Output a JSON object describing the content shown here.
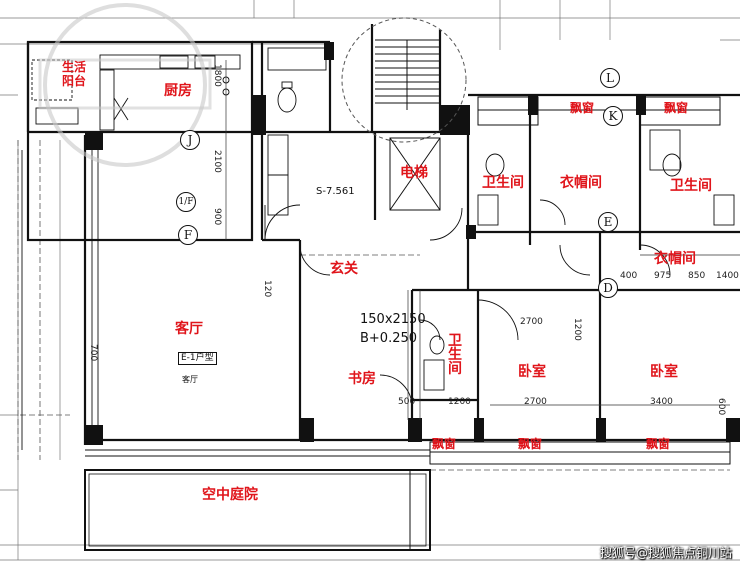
{
  "rooms": {
    "living_balcony": "生活\n阳台",
    "kitchen": "厨房",
    "elevator": "电梯",
    "bathroom_1": "卫生间",
    "closet_1": "衣帽间",
    "bathroom_2": "卫生间",
    "closet_2": "衣帽间",
    "bay_window_top_1": "飘窗",
    "bay_window_top_2": "飘窗",
    "foyer": "玄关",
    "living_room": "客厅",
    "study": "书房",
    "bathroom_3": "卫生间",
    "bedroom_1": "卧室",
    "bedroom_2": "卧室",
    "bay_window_bottom_1": "飘窗",
    "bay_window_bottom_2": "飘窗",
    "bay_window_bottom_3": "飘窗",
    "sky_garden": "空中庭院"
  },
  "annotations": {
    "window_size_study": "150x2150",
    "level_study": "B+0.250",
    "level_hall": "S-7.561",
    "unit_code": "E-1户型",
    "living_small": "客厅"
  },
  "grid_labels": {
    "J": "J",
    "one_over_f": "1/F",
    "F": "F",
    "L": "L",
    "K": "K",
    "E": "E",
    "D": "D"
  },
  "dimensions": {
    "d_1800": "1800",
    "d_2100": "2100",
    "d_900": "900",
    "d_2700_a": "2700",
    "d_1200_a": "1200",
    "d_2700_b": "2700",
    "d_2700_c": "2700",
    "d_3400": "3400",
    "d_1200_b": "1200",
    "d_500": "500",
    "d_600": "600",
    "d_975": "975",
    "d_850": "850",
    "d_1400": "1400",
    "d_700": "700",
    "d_120": "120",
    "d_400": "400"
  },
  "watermark": "搜狐号@搜狐焦点铜川站",
  "colors": {
    "label_red": "#e0151b",
    "line_black": "#111111"
  }
}
